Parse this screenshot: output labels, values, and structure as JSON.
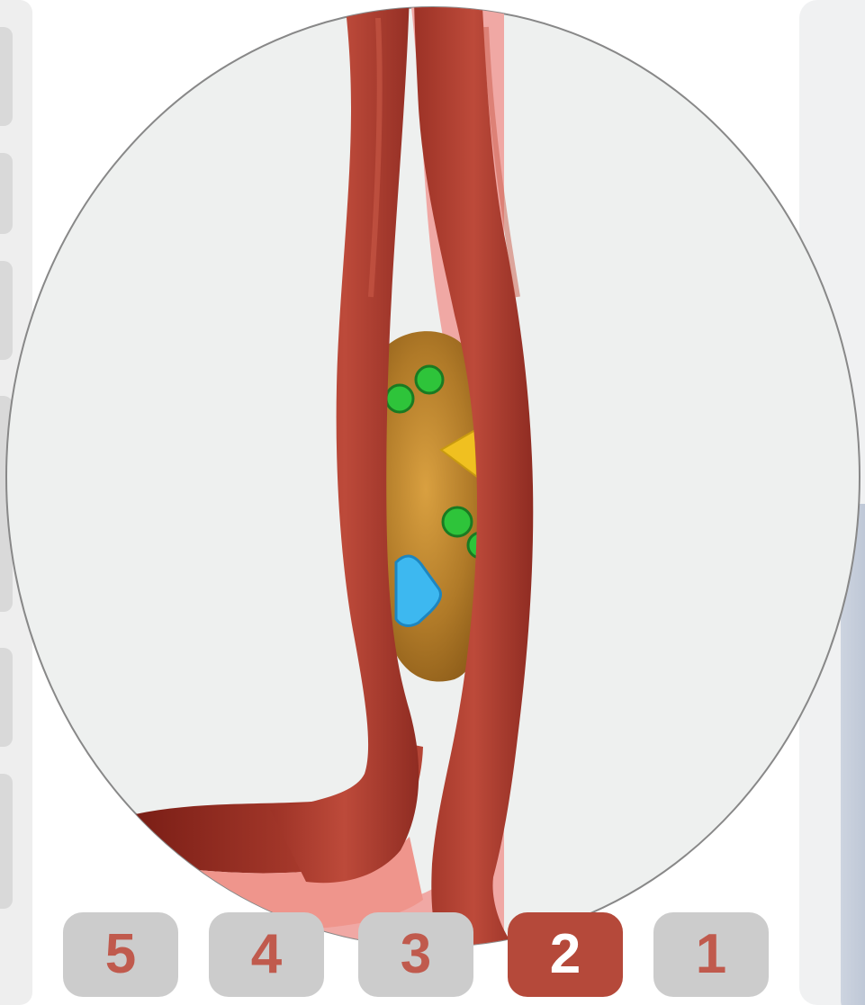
{
  "steps": [
    {
      "label": "5",
      "active": false
    },
    {
      "label": "4",
      "active": false
    },
    {
      "label": "3",
      "active": false
    },
    {
      "label": "2",
      "active": true
    },
    {
      "label": "1",
      "active": false
    }
  ],
  "colors": {
    "artery_wall": "#a63a2c",
    "lumen": "#f0a8a4",
    "plaque": "#b07a28",
    "cell_green": "#2ec43a",
    "cell_blue": "#3db8f0",
    "cell_yellow": "#f0c020",
    "active_step": "#b5493a",
    "inactive_step": "#cccccc",
    "magnifier_bg": "#eef0ef"
  }
}
